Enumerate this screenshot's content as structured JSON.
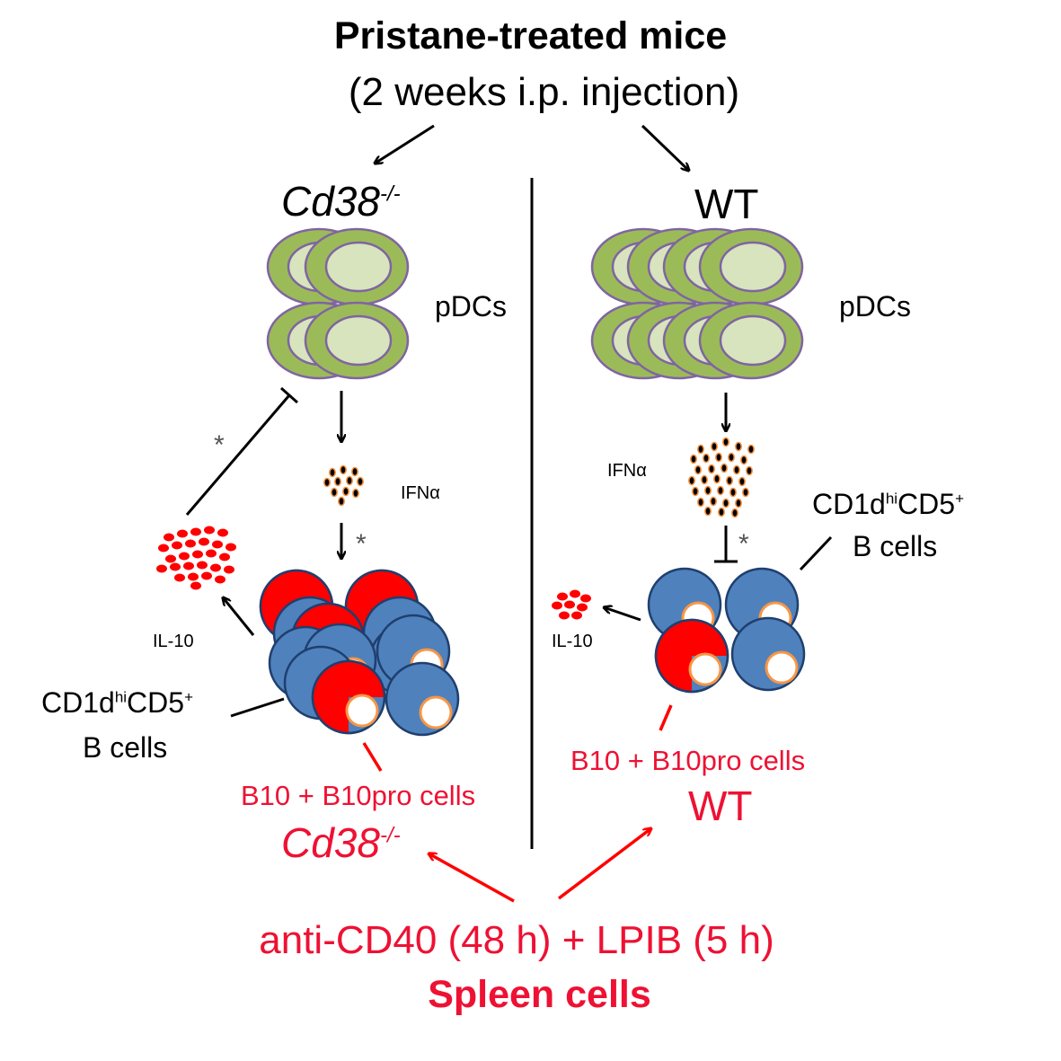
{
  "header": {
    "title": "Pristane-treated mice",
    "subtitle": "(2 weeks i.p. injection)"
  },
  "left_panel": {
    "genotype": {
      "main": "Cd38",
      "sup": "-/-"
    },
    "pdc_label": "pDCs",
    "ifn_label": "IFNα",
    "il10_label": "IL-10",
    "asterisk_inhibit": "*",
    "asterisk_arrow": "*",
    "bcell_label": {
      "a": "CD1d",
      "hi": "hi",
      "b": "CD5",
      "plus": "+",
      "line2": "B cells"
    },
    "b10_label": "B10 + B10pro cells",
    "b10_genotype": {
      "main": "Cd38",
      "sup": "-/-"
    }
  },
  "right_panel": {
    "genotype": "WT",
    "pdc_label": "pDCs",
    "ifn_label": "IFNα",
    "il10_label": "IL-10",
    "asterisk_inhibit": "*",
    "bcell_label": {
      "a": "CD1d",
      "hi": "hi",
      "b": "CD5",
      "plus": "+",
      "line2": "B cells"
    },
    "b10_label": "B10 + B10pro cells",
    "b10_genotype": "WT"
  },
  "footer": {
    "treatment": "anti-CD40 (48 h) + LPIB (5 h)",
    "source": "Spleen cells"
  },
  "colors": {
    "pdc_outer": "#9bbb59",
    "pdc_inner": "#d7e4bd",
    "pdc_stroke": "#8064a2",
    "bcell_blue": "#4f81bd",
    "bcell_stroke": "#1f3f6e",
    "b10_red": "#ff0000",
    "nucleus_stroke": "#f79646",
    "il10_red": "#ff0000",
    "ifn_fill": "#000000",
    "ifn_stroke": "#f79646",
    "text_red": "#ee1133"
  }
}
